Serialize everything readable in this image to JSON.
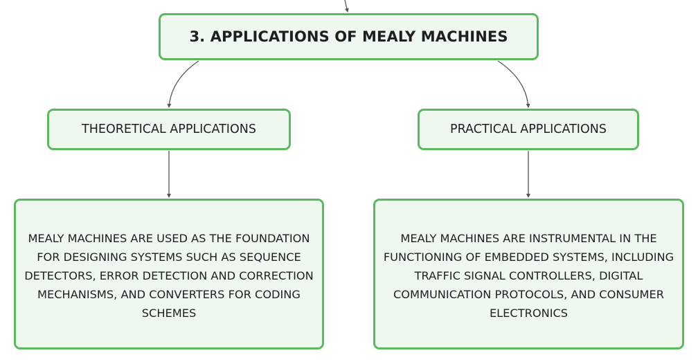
{
  "mindmap": {
    "root": {
      "label": "3. APPLICATIONS OF MEALY MACHINES"
    },
    "branches": [
      {
        "label": "THEORETICAL APPLICATIONS",
        "detail": "MEALY MACHINES ARE USED AS THE FOUNDATION FOR DESIGNING SYSTEMS SUCH AS SEQUENCE DETECTORS, ERROR DETECTION AND CORRECTION MECHANISMS, AND CONVERTERS FOR CODING SCHEMES"
      },
      {
        "label": "PRACTICAL APPLICATIONS",
        "detail": "MEALY MACHINES ARE INSTRUMENTAL IN THE FUNCTIONING OF EMBEDDED SYSTEMS, INCLUDING TRAFFIC SIGNAL CONTROLLERS, DIGITAL COMMUNICATION PROTOCOLS, AND CONSUMER ELECTRONICS"
      }
    ]
  },
  "colors": {
    "node_fill": "#eef8ef",
    "node_border": "#5cb85f",
    "connector": "#555555",
    "text": "#1f1f1f"
  }
}
